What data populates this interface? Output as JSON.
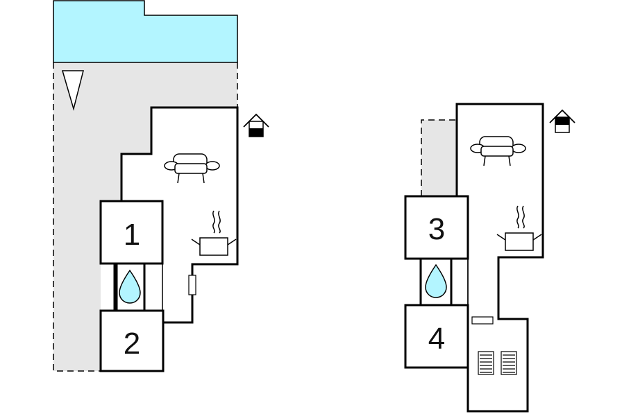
{
  "colors": {
    "pool": "#b3f5ff",
    "terrace": "#e6e6e6",
    "water": "#b3f5ff",
    "wall": "#000000"
  },
  "rooms": {
    "room1": "1",
    "room2": "2",
    "room3": "3",
    "room4": "4"
  },
  "icons": {
    "sofa": "sofa-icon",
    "kitchen": "cooking-pot-icon",
    "bath": "water-drop-icon",
    "entrance": "house-entrance-icon",
    "north": "north-arrow-icon",
    "stairs": "stairs-icon",
    "door": "door-icon"
  }
}
